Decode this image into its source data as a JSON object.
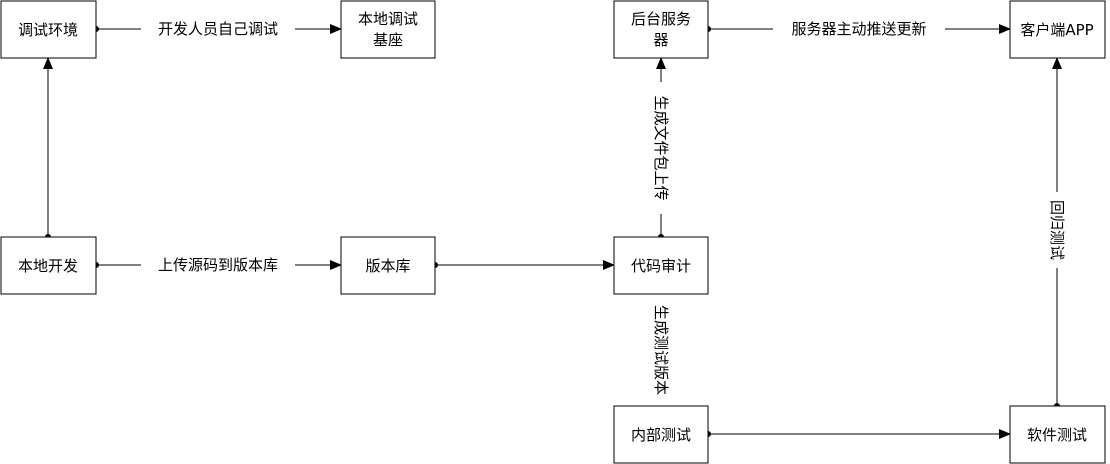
{
  "nodes": {
    "debug_env": {
      "lines": [
        "调试环境"
      ]
    },
    "local_base": {
      "lines": [
        "本地调试",
        "基座"
      ]
    },
    "backend_server": {
      "lines": [
        "后台服务",
        "器"
      ]
    },
    "client_app": {
      "lines": [
        "客户端APP"
      ]
    },
    "local_dev": {
      "lines": [
        "本地开发"
      ]
    },
    "repo": {
      "lines": [
        "版本库"
      ]
    },
    "code_audit": {
      "lines": [
        "代码审计"
      ]
    },
    "internal_test": {
      "lines": [
        "内部测试"
      ]
    },
    "software_test": {
      "lines": [
        "软件测试"
      ]
    }
  },
  "edges": {
    "dev_to_debug": {
      "label": ""
    },
    "debug_to_base": {
      "label": "开发人员自己调试"
    },
    "dev_to_repo": {
      "label": "上传源码到版本库"
    },
    "repo_to_audit": {
      "label": ""
    },
    "audit_to_server": {
      "label": "生成文件包上传"
    },
    "server_to_client": {
      "label": "服务器主动推送更新"
    },
    "audit_to_internal": {
      "label": "生成测试版本"
    },
    "internal_to_soft": {
      "label": ""
    },
    "soft_to_client": {
      "label": "回归测试"
    }
  }
}
